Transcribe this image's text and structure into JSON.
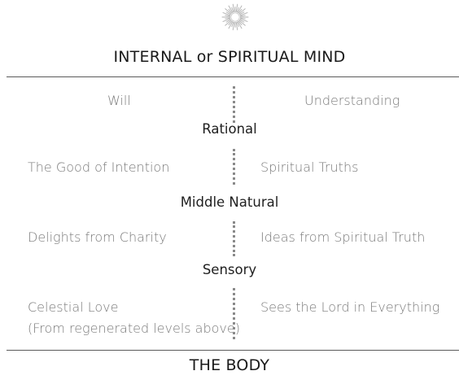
{
  "header": {
    "title": "INTERNAL or SPIRITUAL MIND",
    "icon": "sunburst-icon"
  },
  "rows": [
    {
      "left": "Will",
      "right": "Understanding",
      "label": "Rational"
    },
    {
      "left": "The Good of Intention",
      "right": "Spiritual Truths",
      "label": "Middle Natural"
    },
    {
      "left": "Delights from Charity",
      "right": "Ideas from Spiritual Truth",
      "label": "Sensory"
    },
    {
      "left_line1": "Celestial Love",
      "left_line2": "(From regenerated levels above)",
      "right": "Sees the Lord in Everything"
    }
  ],
  "footer": {
    "title": "THE BODY"
  },
  "colors": {
    "text_dark": "#1a1a1a",
    "text_light": "#7a7a7a",
    "rule": "#5a5a5a",
    "dots": "#8a8a8a"
  }
}
